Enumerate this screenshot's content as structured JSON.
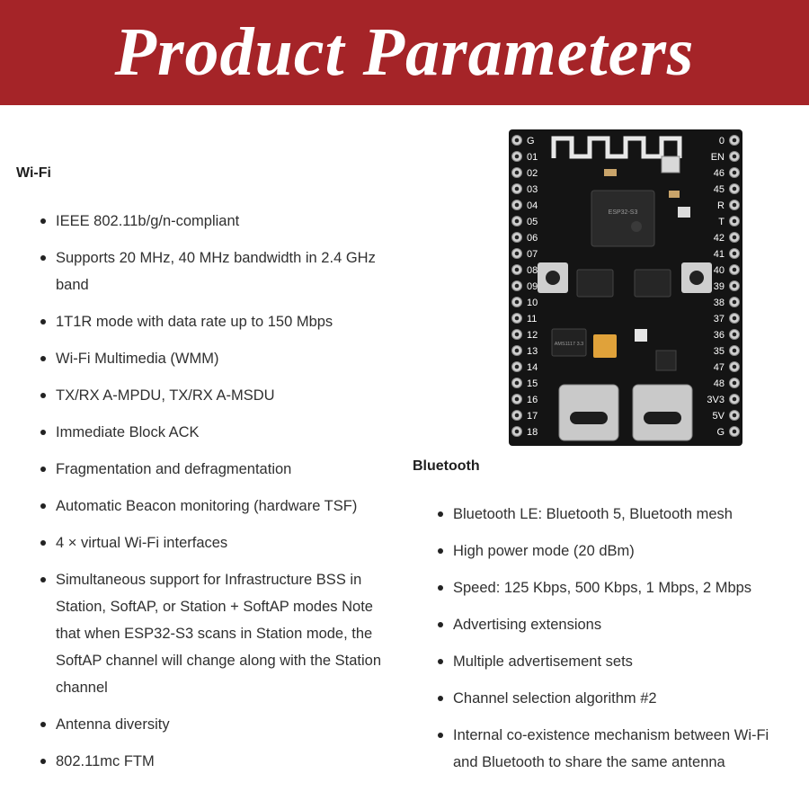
{
  "banner": {
    "title": "Product Parameters",
    "color": "#a52428"
  },
  "wifi": {
    "heading": "Wi-Fi",
    "items": [
      "IEEE 802.11b/g/n-compliant",
      "Supports 20 MHz, 40 MHz bandwidth in 2.4 GHz band",
      "1T1R mode with data rate up to 150 Mbps",
      "Wi-Fi Multimedia (WMM)",
      "TX/RX A-MPDU, TX/RX A-MSDU",
      "Immediate Block ACK",
      "Fragmentation and defragmentation",
      "Automatic Beacon monitoring (hardware TSF)",
      "4 × virtual Wi-Fi interfaces",
      "Simultaneous support for Infrastructure BSS in Station, SoftAP, or Station + SoftAP modes Note that when ESP32-S3 scans in Station mode, the SoftAP channel will change along with the Station channel",
      "Antenna diversity",
      "802.11mc FTM"
    ]
  },
  "bluetooth": {
    "heading": "Bluetooth",
    "items": [
      "Bluetooth LE: Bluetooth 5, Bluetooth mesh",
      "High power mode (20 dBm)",
      "Speed: 125 Kbps, 500 Kbps, 1 Mbps, 2 Mbps",
      "Advertising extensions",
      "Multiple advertisement sets",
      "Channel selection algorithm #2",
      "Internal co-existence mechanism between Wi-Fi and Bluetooth to share the same antenna"
    ]
  },
  "board": {
    "left_pins": [
      "G",
      "01",
      "02",
      "03",
      "04",
      "05",
      "06",
      "07",
      "08",
      "09",
      "10",
      "11",
      "12",
      "13",
      "14",
      "15",
      "16",
      "17",
      "18"
    ],
    "right_pins": [
      "0",
      "EN",
      "46",
      "45",
      "R",
      "T",
      "42",
      "41",
      "40",
      "39",
      "38",
      "37",
      "36",
      "35",
      "47",
      "48",
      "3V3",
      "5V",
      "G"
    ],
    "chip_label": "ESP32-S3",
    "regulator_label": "AMS1117 3.3"
  }
}
